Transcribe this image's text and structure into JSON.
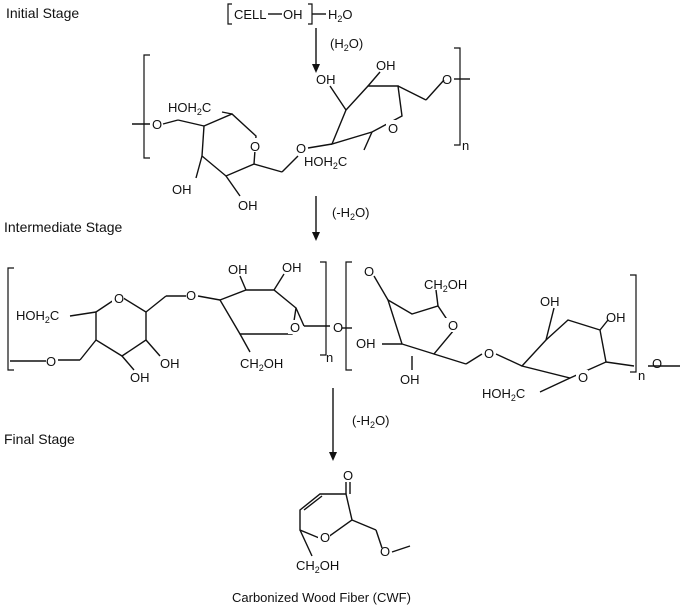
{
  "stages": {
    "initial": "Initial Stage",
    "intermediate": "Intermediate Stage",
    "final": "Final Stage"
  },
  "start": {
    "cell": "CELL",
    "oh": "OH",
    "water": "H",
    "water_sub": "2",
    "water_o": "O"
  },
  "conditions": {
    "c1": "(H",
    "c1_sub": "2",
    "c1_end": "O)",
    "c2": "(-H",
    "c2_sub": "2",
    "c2_end": "O)",
    "c3": "(-H",
    "c3_sub": "2",
    "c3_end": "O)"
  },
  "groups": {
    "oh": "OH",
    "o": "O",
    "hoh2c": "HOH",
    "hoh2c_sub": "2",
    "hoh2c_end": "C",
    "ch2oh": "CH",
    "ch2oh_sub": "2",
    "ch2oh_end": "OH",
    "n": "n"
  },
  "product": {
    "caption": "Carbonized Wood Fiber (CWF)"
  }
}
